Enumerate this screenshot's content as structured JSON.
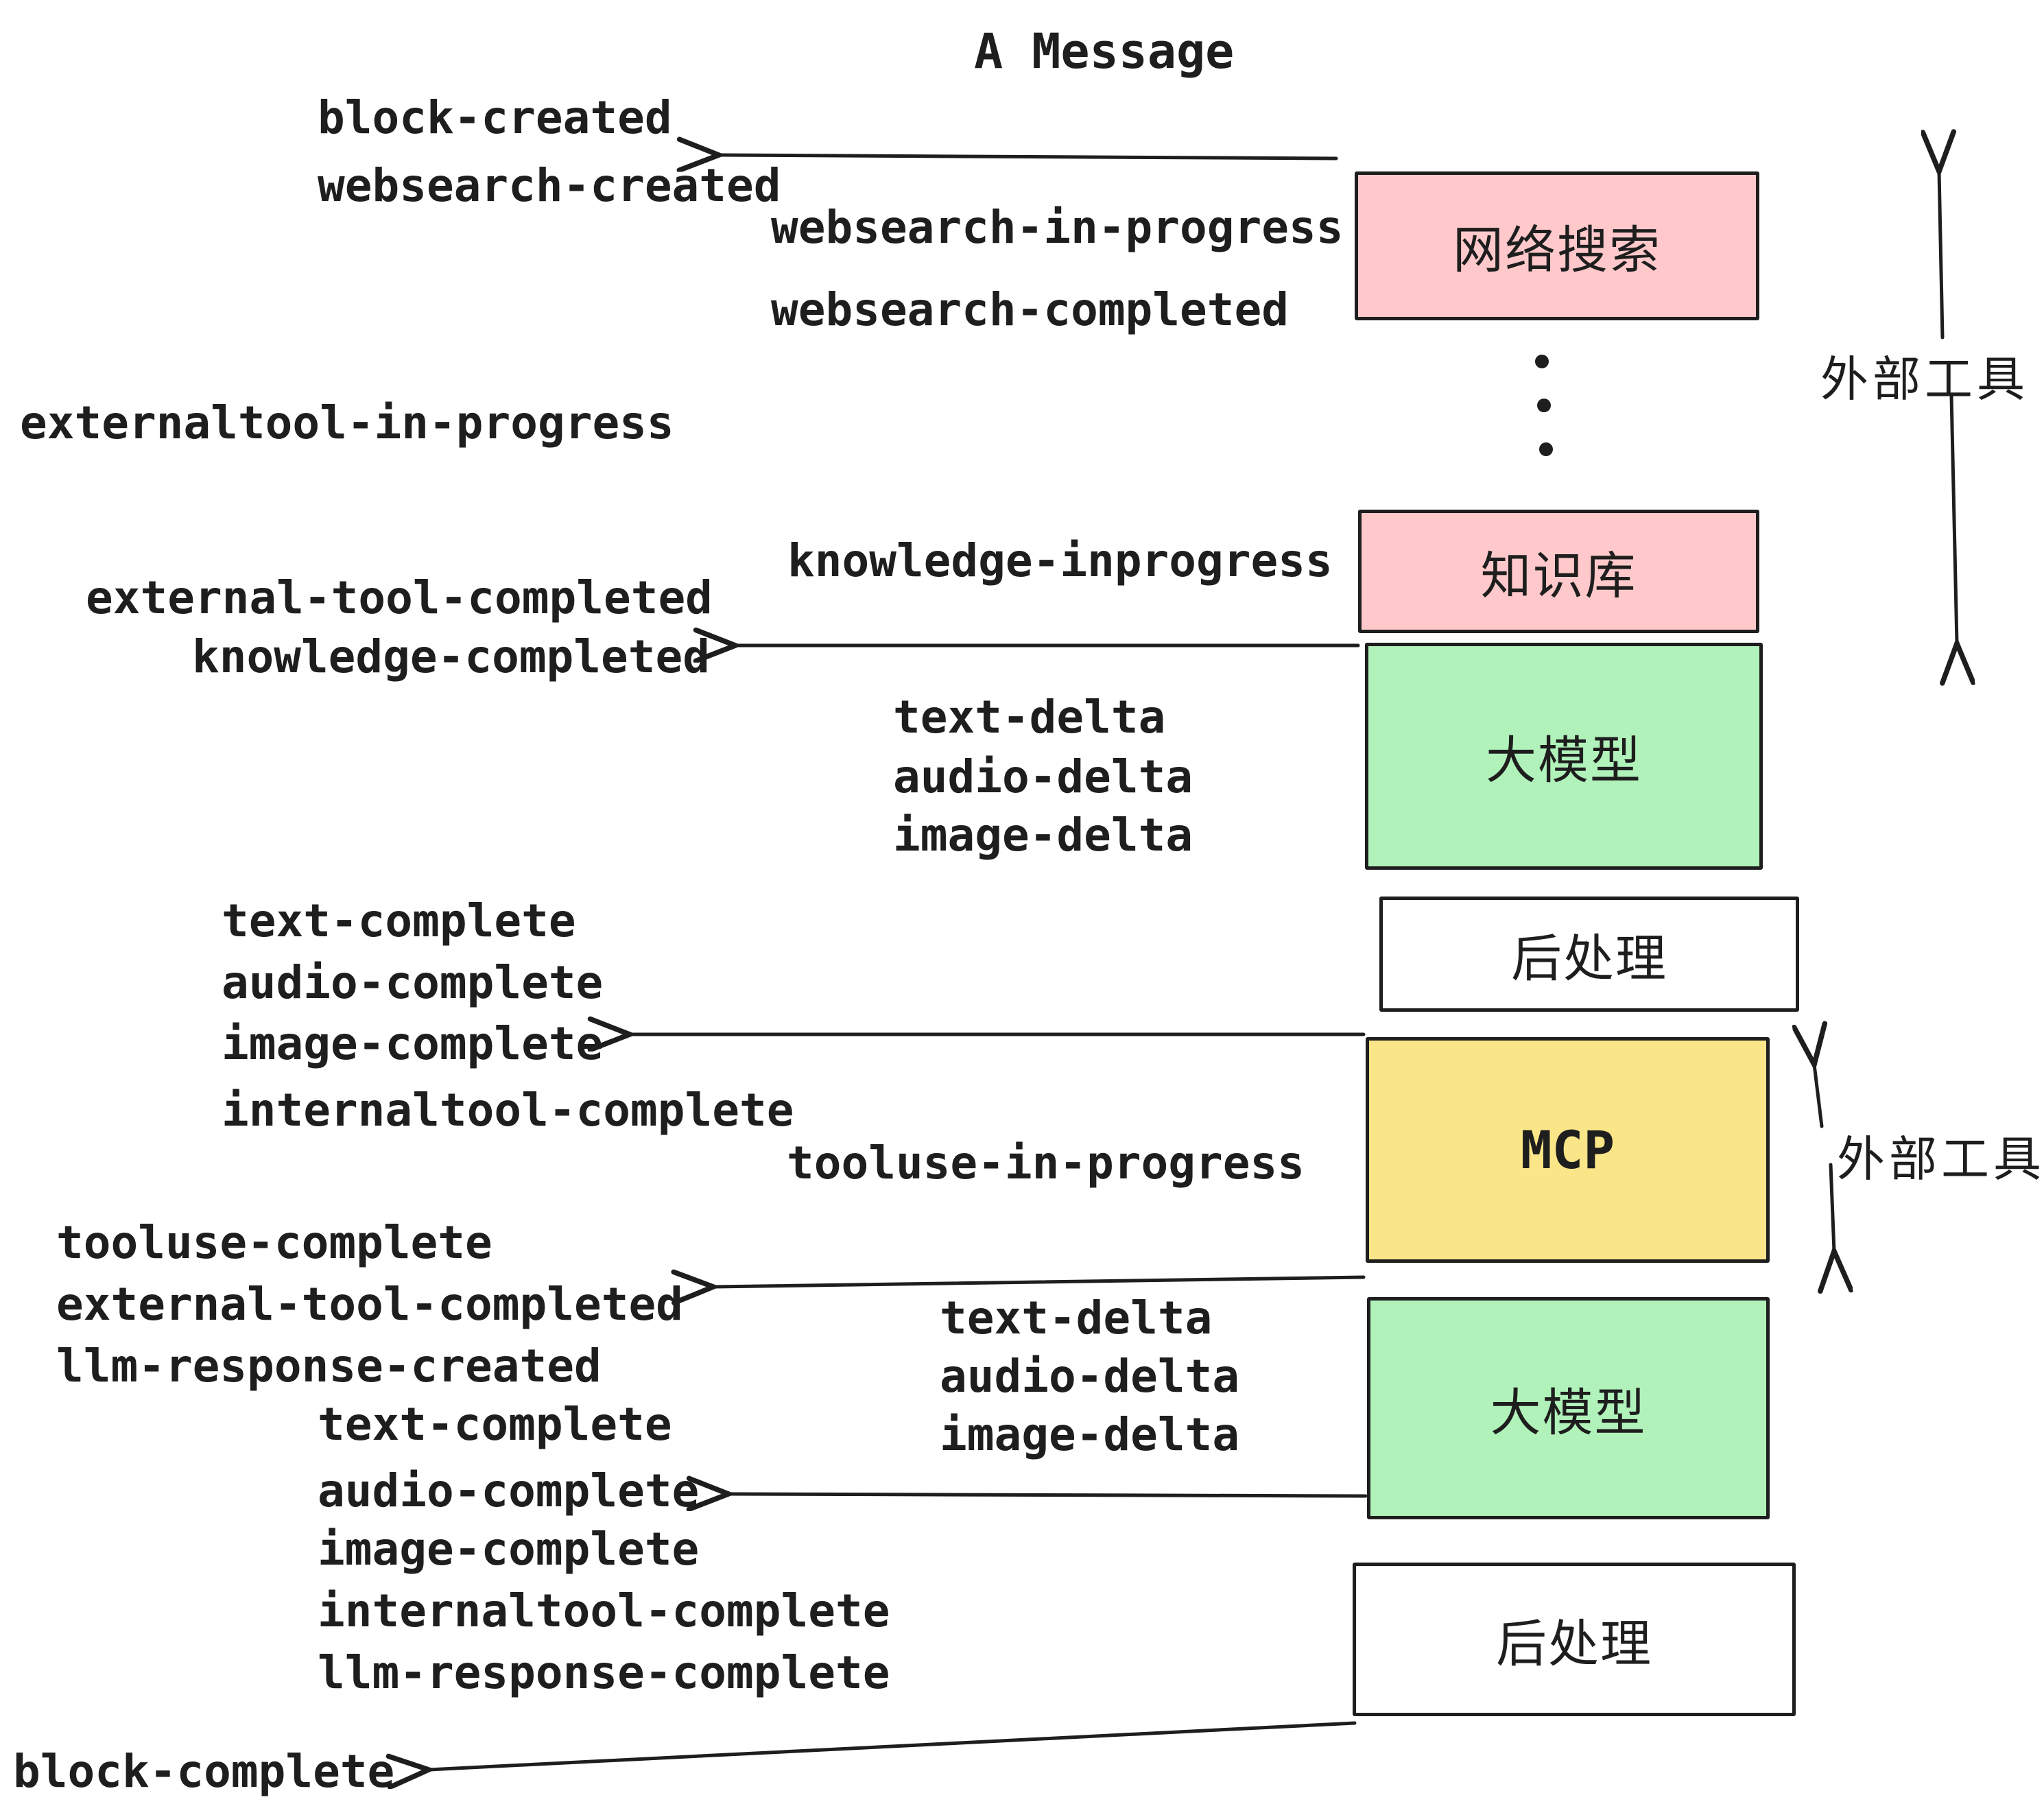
{
  "title": "A Message",
  "colors": {
    "ink": "#1e1e1e",
    "pink": "#ffc9cb",
    "green": "#b1f2bb",
    "yellow": "#fae588",
    "white": "#ffffff",
    "background": "#ffffff"
  },
  "pipeline": {
    "websearch": "网络搜索",
    "knowledge": "知识库",
    "llm_top": "大模型",
    "post_top": "后处理",
    "mcp": "MCP",
    "llm_bottom": "大模型",
    "post_bottom": "后处理"
  },
  "side_labels": {
    "external_tools_top": "外部工具",
    "external_tools_bottom": "外部工具"
  },
  "events": {
    "block_created": "block-created",
    "websearch_created": "websearch-created",
    "websearch_in_progress": "websearch-in-progress",
    "websearch_completed": "websearch-completed",
    "externaltool_in_progress": "externaltool-in-progress",
    "knowledge_inprogress": "knowledge-inprogress",
    "external_tool_completed_1": "external-tool-completed",
    "knowledge_completed": "knowledge-completed",
    "text_delta_1": "text-delta",
    "audio_delta_1": "audio-delta",
    "image_delta_1": "image-delta",
    "text_complete_1": "text-complete",
    "audio_complete_1": "audio-complete",
    "image_complete_1": "image-complete",
    "internaltool_complete_1": "internaltool-complete",
    "tooluse_in_progress": "tooluse-in-progress",
    "tooluse_complete": "tooluse-complete",
    "external_tool_completed_2": "external-tool-completed",
    "llm_response_created": "llm-response-created",
    "text_delta_2": "text-delta",
    "audio_delta_2": "audio-delta",
    "image_delta_2": "image-delta",
    "text_complete_2": "text-complete",
    "audio_complete_2": "audio-complete",
    "image_complete_2": "image-complete",
    "internaltool_complete_2": "internaltool-complete",
    "llm_response_complete": "llm-response-complete",
    "block_complete": "block-complete"
  }
}
